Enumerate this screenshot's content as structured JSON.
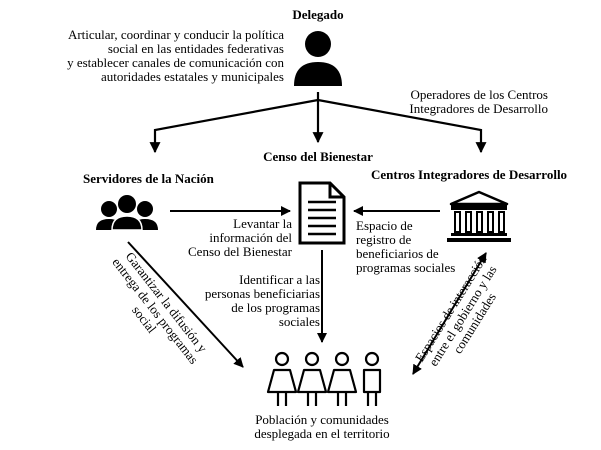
{
  "nodes": {
    "delegado": {
      "title": "Delegado",
      "icon": "person-icon"
    },
    "censo": {
      "title": "Censo del Bienestar",
      "icon": "document-icon"
    },
    "servidores": {
      "title": "Servidores de la Nación",
      "icon": "group-icon"
    },
    "centros": {
      "title": "Centros Integradores de Desarrollo",
      "icon": "building-icon"
    },
    "poblacion": {
      "title_lines": [
        "Población y comunidades",
        "desplegada en el territorio"
      ],
      "icon": "people-row-icon"
    }
  },
  "labels": {
    "delegado_role": [
      "Articular, coordinar y conducir la política",
      "social en las entidades federativas",
      "y establecer canales de comunicación con",
      "autoridades estatales y municipales"
    ],
    "operadores": [
      "Operadores de los Centros",
      "Integradores de Desarrollo"
    ],
    "levantar": [
      "Levantar la",
      "información del",
      "Censo del Bienestar"
    ],
    "espacio_registro": [
      "Espacio de",
      "registro de",
      "beneficiarios de",
      "programas sociales"
    ],
    "identificar": [
      "Identificar a las",
      "personas beneficiarias",
      "de los programas",
      "sociales"
    ],
    "garantizar": [
      "Garantizar la difusión y",
      "entrega de los programas",
      "social"
    ],
    "espacios_interaccion": [
      "Espacios de interacción",
      "entre el gobierno y las",
      "comunidades"
    ]
  }
}
